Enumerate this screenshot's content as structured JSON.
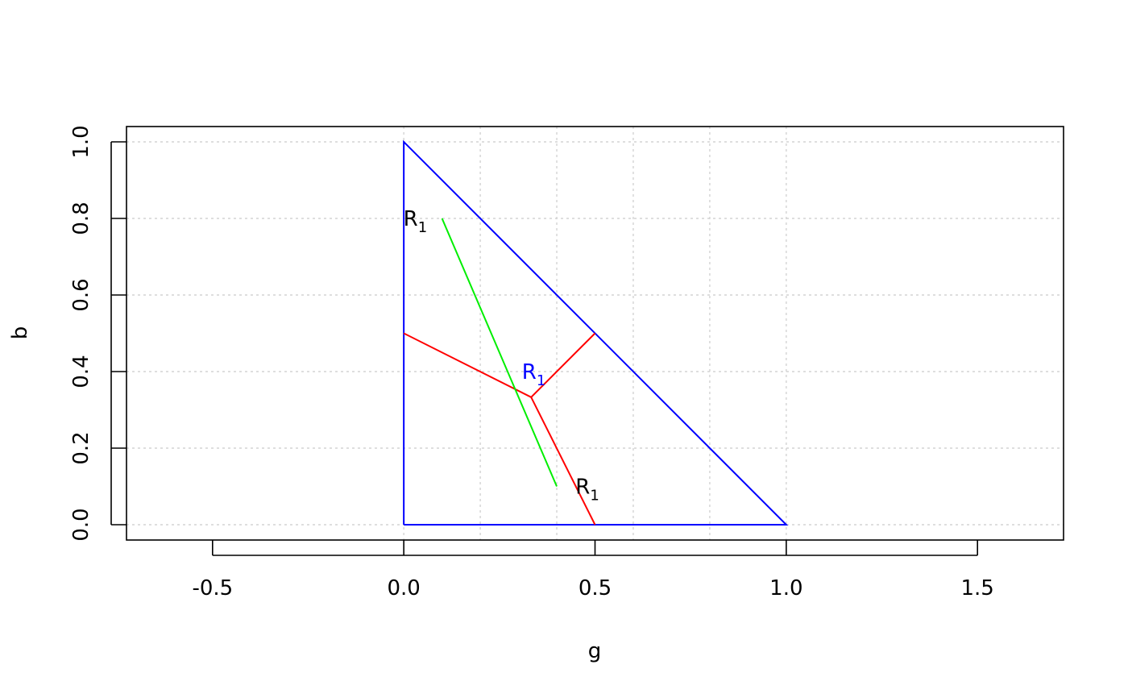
{
  "chart_data": {
    "type": "line",
    "title": "",
    "xlabel": "g",
    "ylabel": "b",
    "xlim": [
      -0.725,
      1.725
    ],
    "ylim": [
      -0.04,
      1.04
    ],
    "grid": true,
    "x_ticks": [
      -0.5,
      0.0,
      0.5,
      1.0,
      1.5
    ],
    "x_tick_labels": [
      "-0.5",
      "0.0",
      "0.5",
      "1.0",
      "1.5"
    ],
    "y_ticks": [
      0.0,
      0.2,
      0.4,
      0.6,
      0.8,
      1.0
    ],
    "y_tick_labels": [
      "0.0",
      "0.2",
      "0.4",
      "0.6",
      "0.8",
      "1.0"
    ],
    "x_grid": [
      0.0,
      0.2,
      0.4,
      0.6,
      0.8,
      1.0
    ],
    "y_grid": [
      0.0,
      0.2,
      0.4,
      0.6,
      0.8,
      1.0
    ],
    "series": [
      {
        "color": "#0000ff",
        "x": [
          0,
          1,
          0,
          0
        ],
        "y": [
          0,
          0,
          1,
          0
        ]
      },
      {
        "color": "#ff0000",
        "x": [
          0.333,
          0.5
        ],
        "y": [
          0.333,
          0
        ]
      },
      {
        "color": "#ff0000",
        "x": [
          0.333,
          0
        ],
        "y": [
          0.333,
          0.5
        ]
      },
      {
        "color": "#ff0000",
        "x": [
          0.333,
          0.5
        ],
        "y": [
          0.333,
          0.5
        ]
      },
      {
        "color": "#00ee00",
        "x": [
          0.1,
          0.4
        ],
        "y": [
          0.8,
          0.1
        ]
      }
    ],
    "annotations": [
      {
        "base": "R",
        "sub": "1",
        "x": 0.03,
        "y": 0.8,
        "color": "#000000"
      },
      {
        "base": "R",
        "sub": "1",
        "x": 0.34,
        "y": 0.4,
        "color": "#0000ff"
      },
      {
        "base": "R",
        "sub": "1",
        "x": 0.48,
        "y": 0.1,
        "color": "#000000"
      }
    ]
  }
}
